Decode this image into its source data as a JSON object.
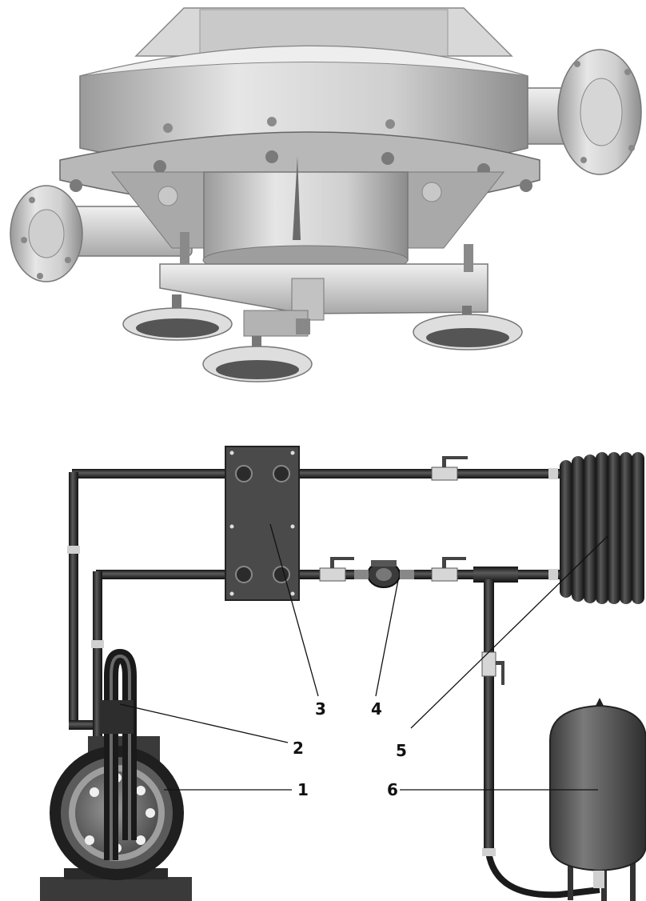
{
  "callouts": [
    {
      "id": "1",
      "text": "1"
    },
    {
      "id": "2",
      "text": "2"
    },
    {
      "id": "3",
      "text": "3"
    },
    {
      "id": "4",
      "text": "4"
    },
    {
      "id": "5",
      "text": "5"
    },
    {
      "id": "6",
      "text": "6"
    }
  ],
  "colors": {
    "metal_light": "#e2e2e2",
    "metal_mid": "#bdbdbd",
    "metal_dark": "#6d6d6d",
    "pipe": "#2b2b2b",
    "plate": "#4a4a4a",
    "tank": "#555555"
  }
}
